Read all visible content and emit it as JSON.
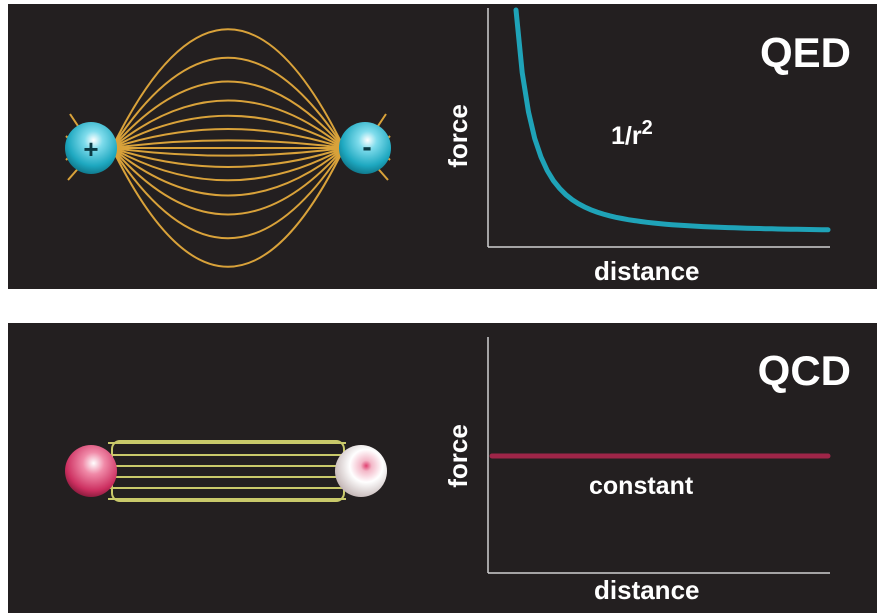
{
  "qed": {
    "title": "QED",
    "x_axis_label": "distance",
    "y_axis_label": "force",
    "curve_label_base": "1/r",
    "curve_label_exp": "2",
    "curve_color": "#1fa3b8",
    "field_line_color": "#d9a23a",
    "left_charge_color": "#23b4c8",
    "right_charge_color": "#23b4c8",
    "left_charge_sign": "+",
    "right_charge_sign": "-"
  },
  "qcd": {
    "title": "QCD",
    "x_axis_label": "distance",
    "y_axis_label": "force",
    "curve_label": "constant",
    "curve_color": "#9e2548",
    "field_line_color": "#c9c96a",
    "left_quark_color": "#d13a6a",
    "right_quark_color": "#f0e0e0"
  }
}
